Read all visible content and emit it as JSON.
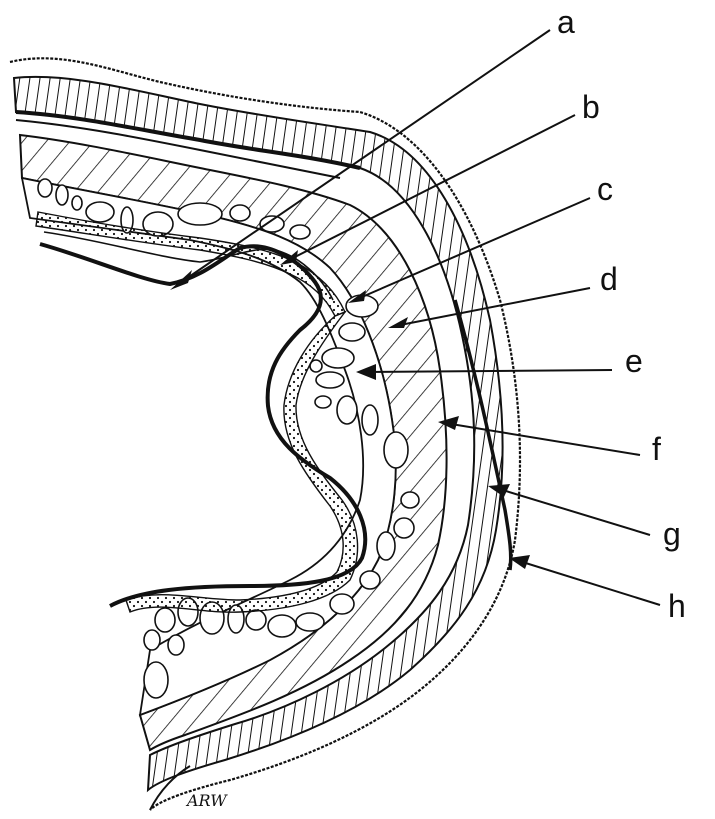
{
  "figure": {
    "labels": [
      "a",
      "b",
      "c",
      "d",
      "e",
      "f",
      "g",
      "h"
    ],
    "signature": "ARW",
    "ink_color": "#111111",
    "paper_color": "#ffffff"
  }
}
